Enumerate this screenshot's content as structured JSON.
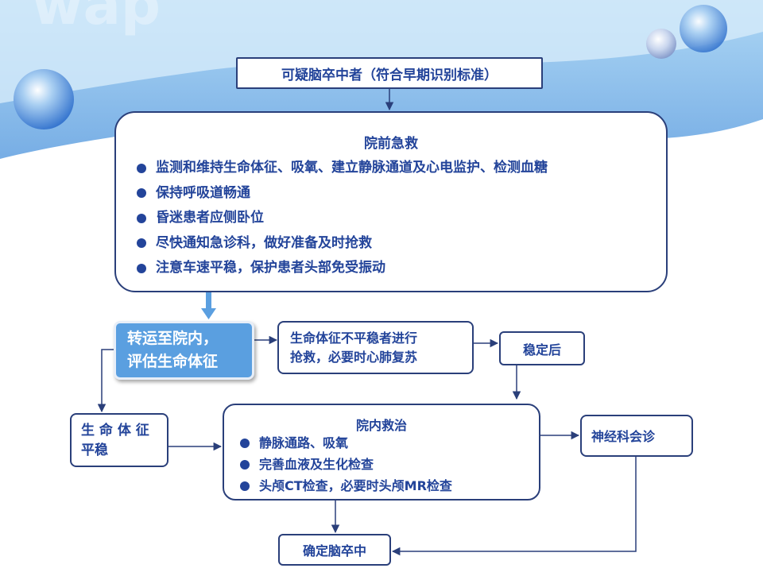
{
  "flow": {
    "start": "可疑脑卒中者（符合早期识别标准）",
    "prehospital": {
      "title": "院前急救",
      "items": [
        "监测和维持生命体征、吸氧、建立静脉通道及心电监护、检测血糖",
        "保持呼吸道畅通",
        "昏迷患者应侧卧位",
        "尽快通知急诊科，做好准备及时抢救",
        "注意车速平稳，保护患者头部免受振动"
      ]
    },
    "transfer": {
      "line1": "转运至院内，",
      "line2": "评估生命体征"
    },
    "unstable": {
      "line1": "生命体征不平稳者进行",
      "line2": "抢救，必要时心肺复苏"
    },
    "stabilized": "稳定后",
    "stable": {
      "line1": "生 命 体 征",
      "line2": "平稳"
    },
    "inhospital": {
      "title": "院内救治",
      "items": [
        "静脉通路、吸氧",
        "完善血液及生化检查",
        "头颅CT检查，必要时头颅MR检查"
      ]
    },
    "consult": "神经科会诊",
    "confirm": "确定脑卒中"
  },
  "colors": {
    "border": "#2a3f7a",
    "text": "#23449a",
    "arrow": "#2a3f7a",
    "transfer_fill": "#5a9fe0",
    "blue_arrow": "#5b9fe0",
    "header_band": "#5f9fe0"
  }
}
